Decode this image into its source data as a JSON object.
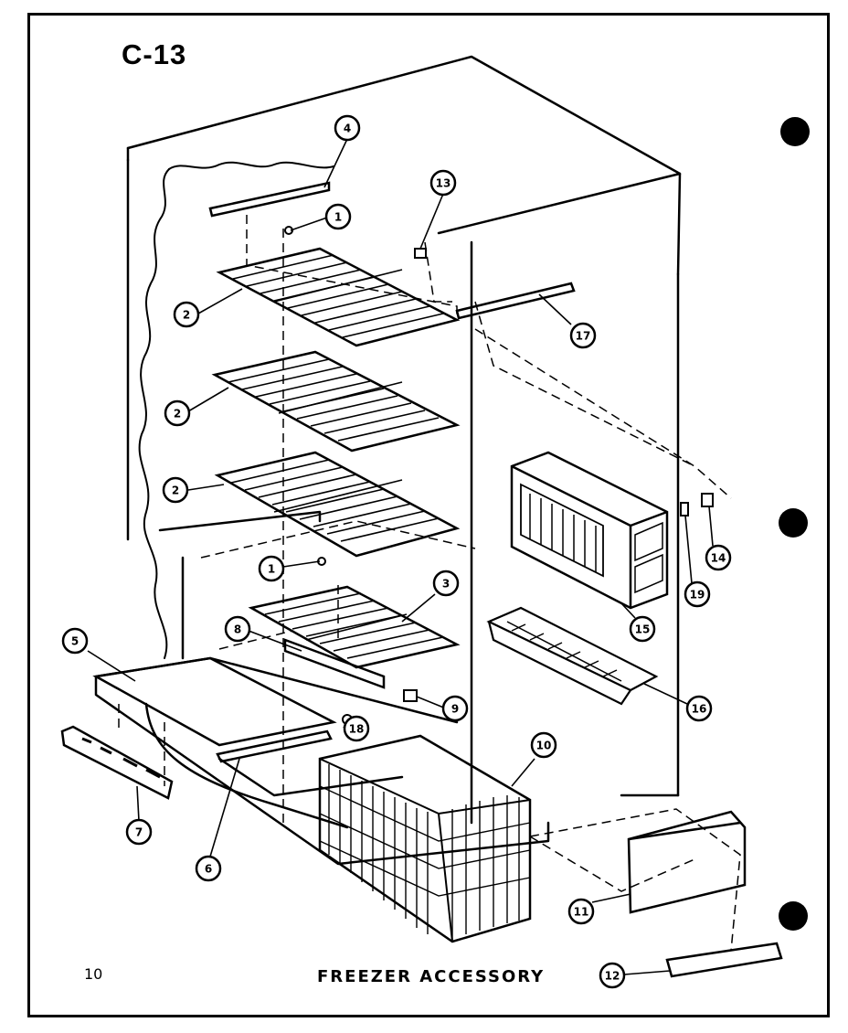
{
  "header": {
    "title": "C-13"
  },
  "footer": {
    "page_number": "10",
    "caption": "FREEZER ACCESSORY"
  },
  "callouts": [
    {
      "id": "c4",
      "label": "4"
    },
    {
      "id": "c1a",
      "label": "1"
    },
    {
      "id": "c13",
      "label": "13"
    },
    {
      "id": "c2a",
      "label": "2"
    },
    {
      "id": "c17",
      "label": "17"
    },
    {
      "id": "c2b",
      "label": "2"
    },
    {
      "id": "c2c",
      "label": "2"
    },
    {
      "id": "c14",
      "label": "14"
    },
    {
      "id": "c19",
      "label": "19"
    },
    {
      "id": "c1b",
      "label": "1"
    },
    {
      "id": "c3",
      "label": "3"
    },
    {
      "id": "c15",
      "label": "15"
    },
    {
      "id": "c8",
      "label": "8"
    },
    {
      "id": "c5",
      "label": "5"
    },
    {
      "id": "c9",
      "label": "9"
    },
    {
      "id": "c16",
      "label": "16"
    },
    {
      "id": "c18",
      "label": "18"
    },
    {
      "id": "c10",
      "label": "10"
    },
    {
      "id": "c7",
      "label": "7"
    },
    {
      "id": "c6",
      "label": "6"
    },
    {
      "id": "c11",
      "label": "11"
    },
    {
      "id": "c12",
      "label": "12"
    }
  ],
  "colors": {
    "ink": "#000000",
    "paper": "#ffffff"
  }
}
